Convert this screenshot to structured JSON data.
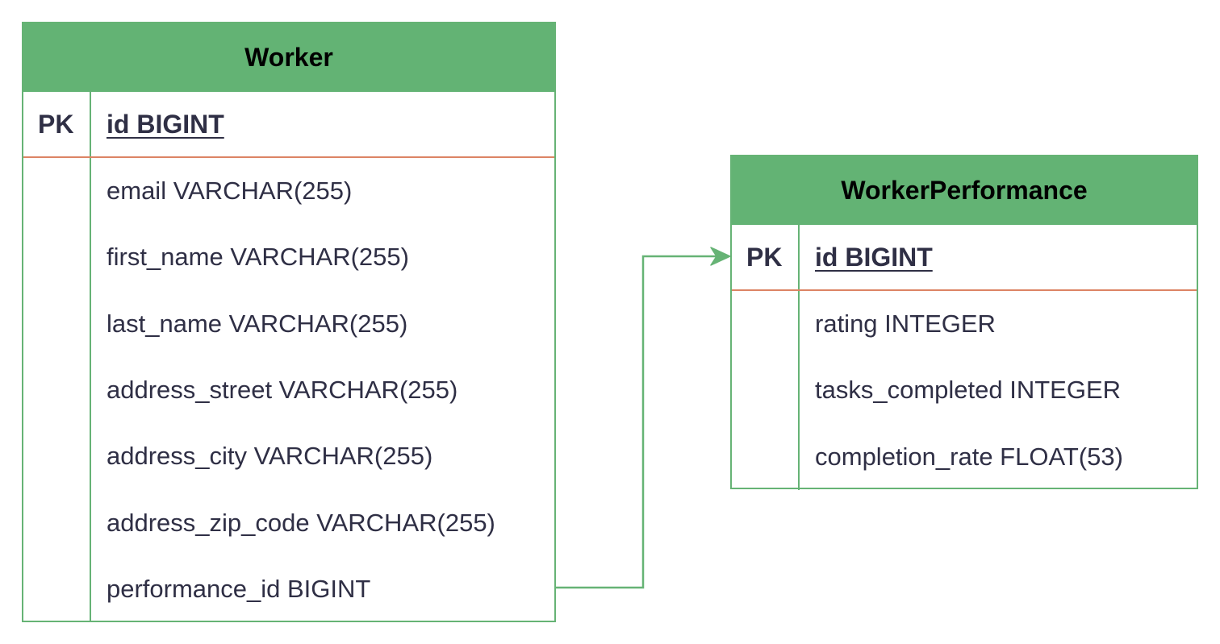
{
  "diagram": {
    "type": "entity-relationship",
    "colors": {
      "header": "#63b374",
      "border": "#66b375",
      "pk_separator": "#dc8464",
      "text": "#2f2f45"
    },
    "entities": [
      {
        "name": "Worker",
        "pk_label": "PK",
        "pk_field": "id BIGINT",
        "attributes": [
          "email VARCHAR(255)",
          "first_name VARCHAR(255)",
          "last_name VARCHAR(255)",
          "address_street VARCHAR(255)",
          "address_city VARCHAR(255)",
          "address_zip_code VARCHAR(255)",
          "performance_id BIGINT"
        ]
      },
      {
        "name": "WorkerPerformance",
        "pk_label": "PK",
        "pk_field": "id BIGINT",
        "attributes": [
          "rating INTEGER",
          "tasks_completed INTEGER",
          "completion_rate FLOAT(53)"
        ]
      }
    ],
    "relationships": [
      {
        "from_entity": "Worker",
        "from_field": "performance_id BIGINT",
        "to_entity": "WorkerPerformance",
        "to_field": "id BIGINT",
        "arrow": "open-arrow"
      }
    ]
  }
}
